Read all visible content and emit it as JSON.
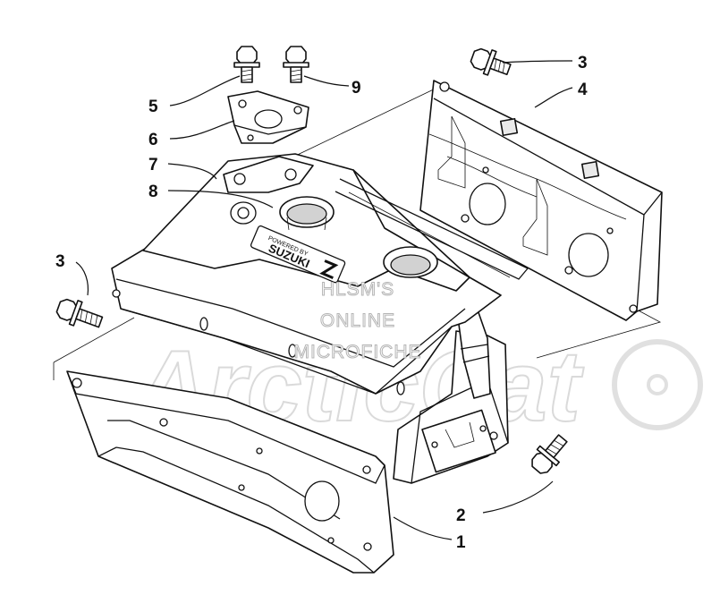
{
  "watermark": {
    "lines": [
      "HLSM'S",
      "ONLINE",
      "MICROFICHE"
    ],
    "logo_text": "ArcticCat"
  },
  "brand_badge": {
    "sub": "POWERED BY",
    "name": "SUZUKI"
  },
  "callouts": {
    "c1": "1",
    "c2": "2",
    "c3_right": "3",
    "c3_left": "3",
    "c4": "4",
    "c5": "5",
    "c6": "6",
    "c7": "7",
    "c8": "8",
    "c9": "9"
  }
}
